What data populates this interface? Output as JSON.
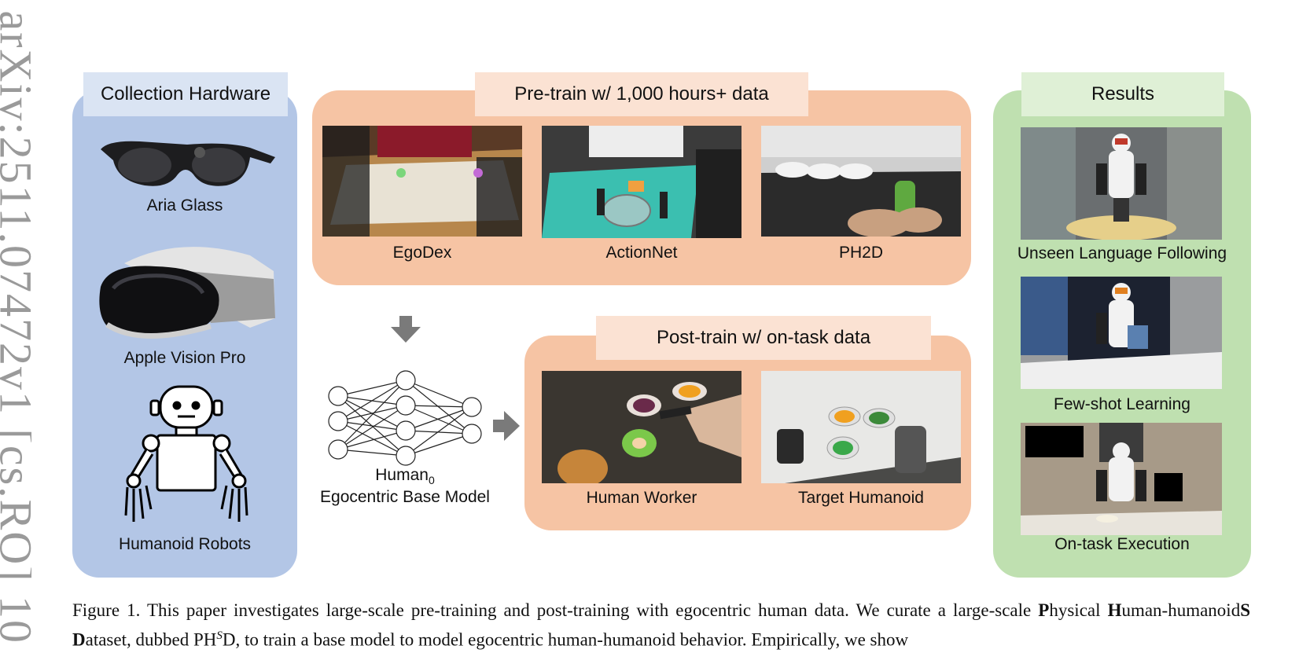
{
  "margin_text": "arXiv:2511.07472v1 [cs.RO] 10 Nov 2025",
  "hardware": {
    "title": "Collection Hardware",
    "items": [
      "Aria Glass",
      "Apple Vision Pro",
      "Humanoid Robots"
    ]
  },
  "pretrain": {
    "title": "Pre-train w/ 1,000 hours+ data",
    "datasets": [
      "EgoDex",
      "ActionNet",
      "PH2D"
    ]
  },
  "model": {
    "name": "Human",
    "subscript": "0",
    "subtitle": "Egocentric Base Model"
  },
  "posttrain": {
    "title": "Post-train w/ on-task data",
    "items": [
      "Human Worker",
      "Target Humanoid"
    ]
  },
  "results": {
    "title": "Results",
    "items": [
      "Unseen Language Following",
      "Few-shot Learning",
      "On-task Execution"
    ]
  },
  "caption": {
    "label": "Figure 1.",
    "line1": "This paper investigates large-scale pre-training and post-training with egocentric human data. We curate a large-scale",
    "bold_P": "P",
    "w_hysical": "hysical",
    "bold_H": "H",
    "w_uman": "uman-humanoid",
    "bold_S": "S",
    "bold_D": "D",
    "w_ataset": "ataset, dubbed PH",
    "sup_S": "S",
    "line2_end": "D, to train a base model to model egocentric human-humanoid behavior. Empirically, we show"
  },
  "colors": {
    "blue_panel": "#b3c6e6",
    "orange_panel": "#f6c4a4",
    "green_panel": "#bfe0b0",
    "title_blue": "#dae4f3",
    "title_orange": "#fbe2d3",
    "title_green": "#dff0d6"
  }
}
